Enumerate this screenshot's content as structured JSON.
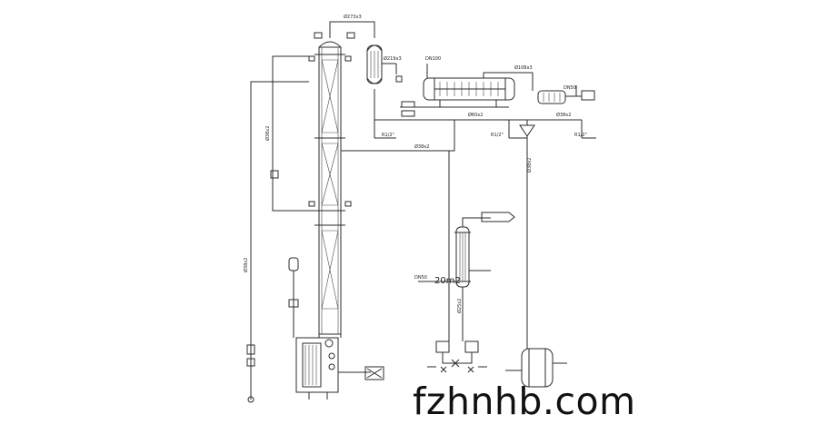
{
  "watermark": "fzhnhb.com",
  "labels": {
    "top_pipe": "Ø273x3",
    "cond_pipe1": "Ø219x3",
    "cond_inlet": "DN100",
    "cond_pipe2": "Ø108x3",
    "outlet_dn": "DN50",
    "outlet_pipe": "Ø60x2",
    "outlet_pipe2": "Ø38x2",
    "recycle_pipe": "Ø38x2",
    "column_pipe": "Ø38x2",
    "column_left_pipe": "Ø38x2",
    "drain1": "R1/2\"",
    "drain2": "R1/2\"",
    "drain3": "R1/2\"",
    "cooler_dn": "DN50",
    "cooler_area": "20m2",
    "vertical_pipe": "Ø38x2",
    "vertical_pipe2": "Ø25x2"
  }
}
